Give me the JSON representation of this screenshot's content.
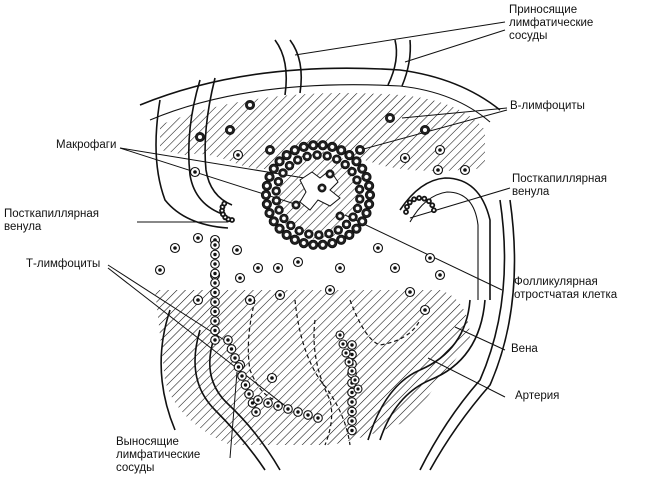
{
  "labels": {
    "afferent": "Приносящие\nлимфатические\nсосуды",
    "b_lymph": "B-лимфоциты",
    "macrophages": "Макрофаги",
    "venule_left": "Посткапиллярная\nвенула",
    "venule_right": "Посткапиллярная\nвенула",
    "t_lymph": "Т-лимфоциты",
    "fdc": "Фолликулярная\nотростчатая клетка",
    "vein": "Вена",
    "artery": "Артерия",
    "efferent": "Выносящие\nлимфатические\nсосуды"
  },
  "colors": {
    "ink": "#111111",
    "paper": "#ffffff"
  }
}
